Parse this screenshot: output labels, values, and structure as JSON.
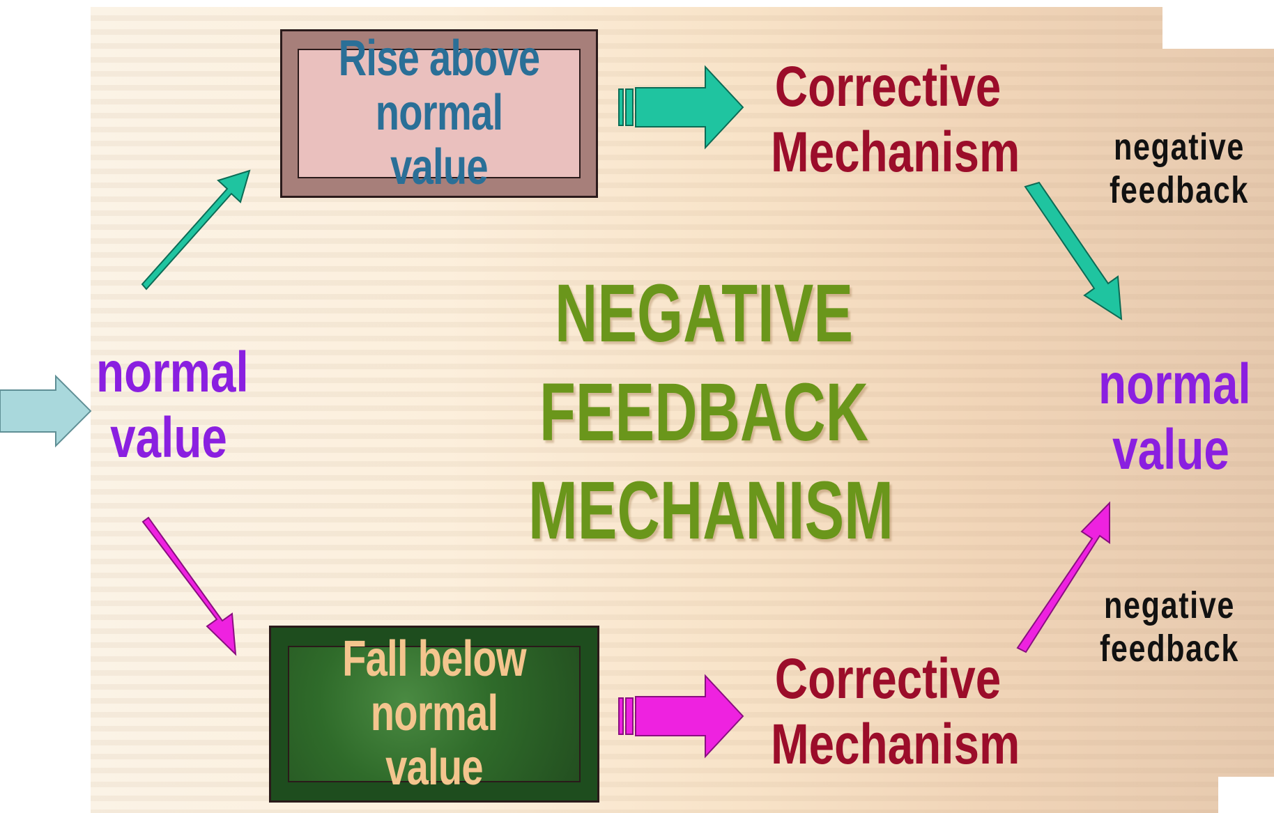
{
  "diagram": {
    "title_lines": [
      "NEGATIVE",
      "FEEDBACK",
      "MECHANISM"
    ],
    "start_label": [
      "normal",
      "value"
    ],
    "end_label": [
      "normal",
      "value"
    ],
    "rise_box": [
      "Rise above",
      "normal value"
    ],
    "fall_box": [
      "Fall below",
      "normal value"
    ],
    "corrective_top": [
      "Corrective",
      "Mechanism"
    ],
    "corrective_bottom": [
      "Corrective",
      "Mechanism"
    ],
    "feedback_top": [
      "negative",
      "feedback"
    ],
    "feedback_bottom": [
      "negative",
      "feedback"
    ]
  },
  "colors": {
    "teal_arrow": "#1fc4a0",
    "magenta_arrow": "#ee22e0",
    "entry_arrow": "#a9d8dc",
    "title": "#6a961b",
    "corrective_text": "#9b0d2a",
    "normal_value_text": "#8a1fe0",
    "rise_box_fill": "#e8b8b8",
    "fall_box_fill": "#2f6b2a"
  }
}
